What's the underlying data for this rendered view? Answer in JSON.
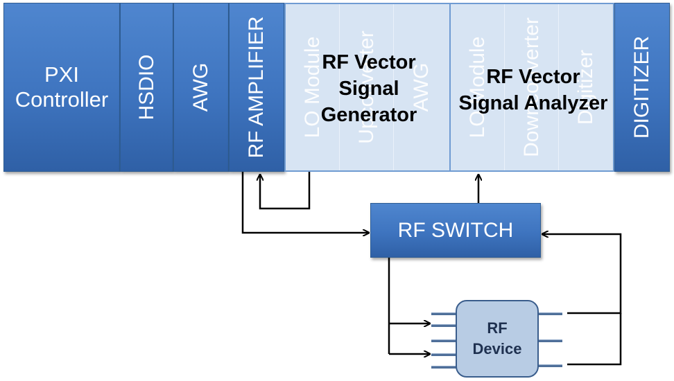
{
  "blocks": {
    "pxi_controller": [
      "PXI",
      "Controller"
    ],
    "hsdio": "HSDIO",
    "awg": "AWG",
    "rf_amplifier": "RF AMPLIFIER",
    "digitizer": "DIGITIZER"
  },
  "vsg": {
    "title": [
      "RF Vector",
      "Signal",
      "Generator"
    ],
    "submodules": [
      "LO Module",
      "Upconverter",
      "AWG"
    ]
  },
  "vsa": {
    "title": [
      "RF Vector",
      "Signal Analyzer"
    ],
    "submodules": [
      "LO Module",
      "Downconverter",
      "Digitizer"
    ]
  },
  "rf_switch": "RF SWITCH",
  "rf_device": [
    "RF",
    "Device"
  ],
  "colors": {
    "block_blue": "#3e74bf",
    "panel_light": "#d7e4f3",
    "chip_fill": "#b8cce4",
    "wire": "#000000"
  }
}
